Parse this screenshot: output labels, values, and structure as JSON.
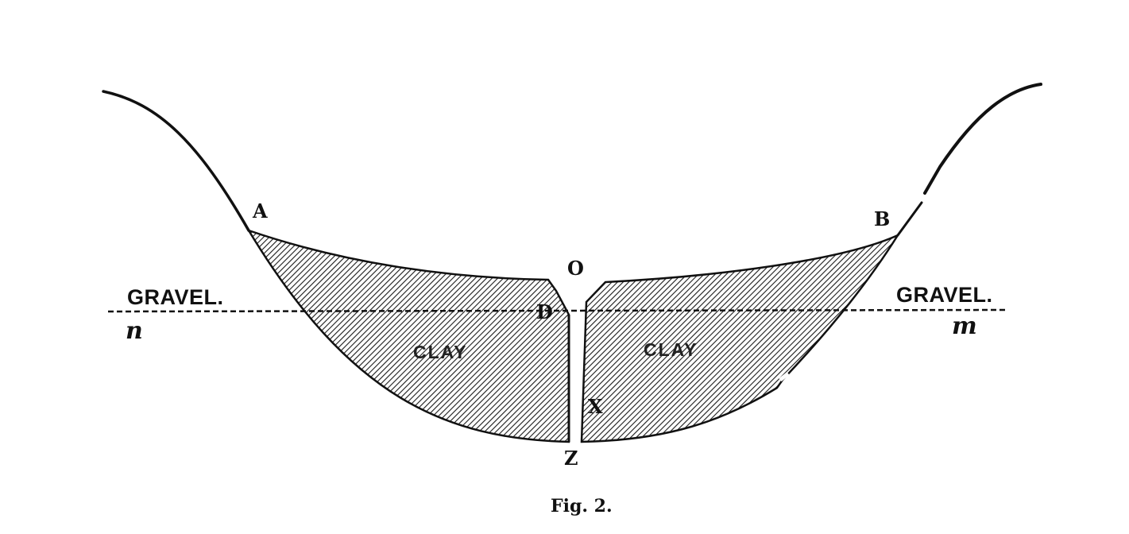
{
  "figure": {
    "caption": "Fig. 2.",
    "labels": {
      "A": "A",
      "B": "B",
      "O": "O",
      "D": "D",
      "X": "X",
      "Z": "Z",
      "n": "n",
      "m": "m"
    },
    "strata": {
      "gravel_left": "GRAVEL.",
      "gravel_right": "GRAVEL.",
      "clay_left": "CLAY",
      "clay_right": "CLAY"
    }
  }
}
